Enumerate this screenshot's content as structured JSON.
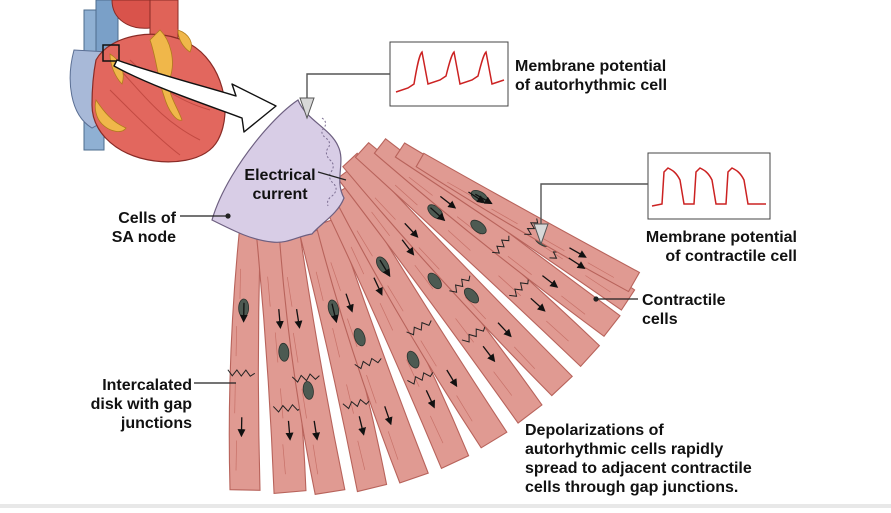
{
  "labels": {
    "membrane_autorhythmic": [
      "Membrane potential",
      "of autorhythmic cell"
    ],
    "electrical_current": [
      "Electrical",
      "current"
    ],
    "cells_sa_node": [
      "Cells of",
      "SA node"
    ],
    "membrane_contractile": [
      "Membrane potential",
      "of contractile cell"
    ],
    "contractile_cells": [
      "Contractile",
      "cells"
    ],
    "intercalated_disk": [
      "Intercalated",
      "disk with gap",
      "junctions"
    ],
    "depolarizations": [
      "Depolarizations of",
      "autorhythmic cells rapidly",
      "spread to adjacent contractile",
      "cells through gap junctions."
    ]
  },
  "colors": {
    "muscle_fiber": "#e09a92",
    "muscle_fiber_dark": "#b8635b",
    "sa_node": "#d8cde6",
    "nucleus": "#4d5a52",
    "trace": "#cc2222",
    "heart_red": "#e2675e",
    "fat_yellow": "#f0b74a",
    "vessel_blue": "#7a9ec4"
  },
  "icons": [
    "heart-illustration",
    "zoom-arrow",
    "pointer-arrow"
  ]
}
